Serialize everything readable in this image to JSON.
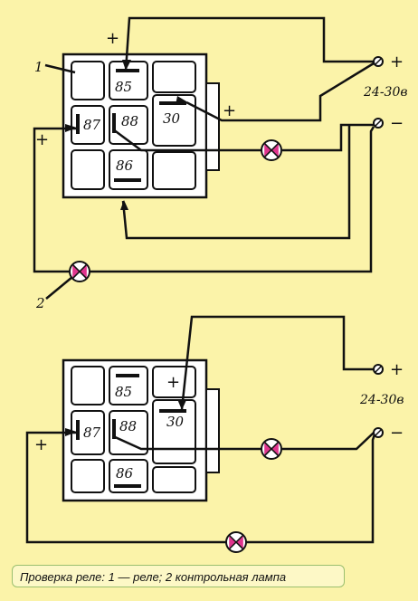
{
  "labels": {
    "relay_callout": "1",
    "lamp_callout": "2",
    "voltage_top": "24-30в",
    "voltage_bottom": "24-30в",
    "plus": "+",
    "minus": "−"
  },
  "pins": {
    "p85": "85",
    "p87": "87",
    "p88": "88",
    "p30": "30",
    "p86": "86"
  },
  "caption": "Проверка реле: 1 — реле; 2 контрольная лампа",
  "colors": {
    "background": "#fbf3a9",
    "lamp": "#e0358e",
    "line": "#111111"
  }
}
